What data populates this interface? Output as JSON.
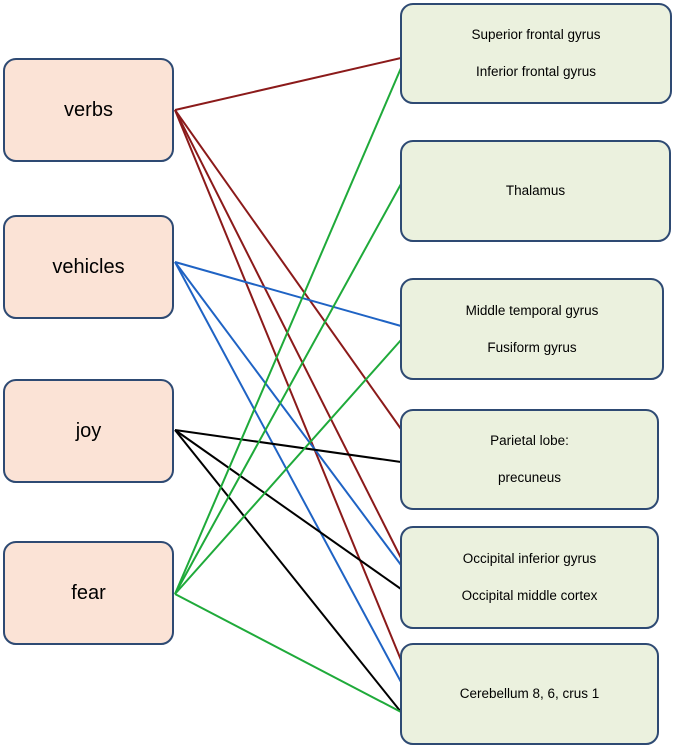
{
  "colors": {
    "verbs": "#8b1a1a",
    "vehicles": "#1f63c4",
    "joy": "#000000",
    "fear": "#1faa3a",
    "box_border": "#2e4a73",
    "category_fill": "#fbe3d6",
    "region_fill": "#ebf1de"
  },
  "categories": [
    {
      "id": "verbs",
      "label": "verbs"
    },
    {
      "id": "vehicles",
      "label": "vehicles"
    },
    {
      "id": "joy",
      "label": "joy"
    },
    {
      "id": "fear",
      "label": "fear"
    }
  ],
  "regions": [
    {
      "id": "frontal",
      "lines": [
        "Superior frontal gyrus",
        "Inferior frontal gyrus"
      ]
    },
    {
      "id": "thalamus",
      "lines": [
        "Thalamus"
      ]
    },
    {
      "id": "temporal",
      "lines": [
        "Middle temporal gyrus",
        "Fusiform gyrus"
      ]
    },
    {
      "id": "parietal",
      "lines": [
        "Parietal lobe:",
        "precuneus"
      ]
    },
    {
      "id": "occipital",
      "lines": [
        "Occipital inferior gyrus",
        "Occipital middle cortex"
      ]
    },
    {
      "id": "cerebellum",
      "lines": [
        "Cerebellum 8, 6, crus 1"
      ]
    }
  ],
  "connections": [
    {
      "from": "verbs",
      "to": "frontal"
    },
    {
      "from": "verbs",
      "to": "parietal"
    },
    {
      "from": "verbs",
      "to": "occipital"
    },
    {
      "from": "verbs",
      "to": "cerebellum"
    },
    {
      "from": "vehicles",
      "to": "temporal"
    },
    {
      "from": "vehicles",
      "to": "occipital"
    },
    {
      "from": "vehicles",
      "to": "cerebellum"
    },
    {
      "from": "joy",
      "to": "parietal"
    },
    {
      "from": "joy",
      "to": "occipital"
    },
    {
      "from": "joy",
      "to": "cerebellum"
    },
    {
      "from": "fear",
      "to": "frontal"
    },
    {
      "from": "fear",
      "to": "thalamus"
    },
    {
      "from": "fear",
      "to": "temporal"
    },
    {
      "from": "fear",
      "to": "cerebellum"
    }
  ]
}
